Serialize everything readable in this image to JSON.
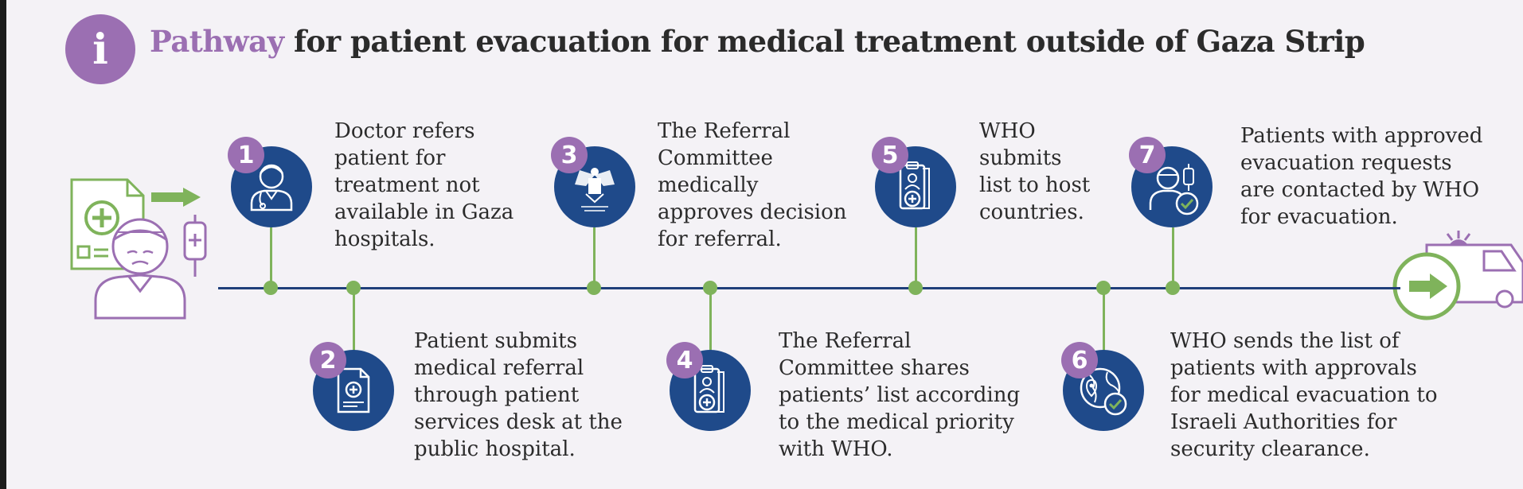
{
  "header": {
    "info_glyph": "i",
    "title_accent": "Pathway",
    "title_rest": " for patient evacuation for medical treatment outside of Gaza Strip"
  },
  "colors": {
    "purple": "#9b6fb2",
    "navy": "#1f4a8a",
    "green": "#7fb35b",
    "timeline": "#1f3f7a"
  },
  "steps": [
    {
      "number": "1",
      "icon": "doctor-icon",
      "text": "Doctor refers\npatient for\ntreatment not\navailable in Gaza\nhospitals."
    },
    {
      "number": "2",
      "icon": "medical-document-icon",
      "text": "Patient submits\nmedical referral\nthrough patient\nservices desk at the\npublic hospital."
    },
    {
      "number": "3",
      "icon": "ministry-emblem-icon",
      "text": "The Referral\nCommittee\nmedically\napproves decision\nfor referral."
    },
    {
      "number": "4",
      "icon": "patient-file-icon",
      "text": "The Referral\nCommittee shares\npatients’ list according\nto the  medical priority\nwith WHO."
    },
    {
      "number": "5",
      "icon": "patient-file-icon",
      "text": "WHO\nsubmits\nlist to host\ncountries."
    },
    {
      "number": "6",
      "icon": "globe-check-icon",
      "text": "WHO sends the list of\npatients with approvals\nfor medical evacuation to\nIsraeli Authorities for\nsecurity clearance."
    },
    {
      "number": "7",
      "icon": "approved-patient-icon",
      "text": "Patients with approved\nevacuation requests\nare contacted by WHO\nfor evacuation."
    }
  ]
}
